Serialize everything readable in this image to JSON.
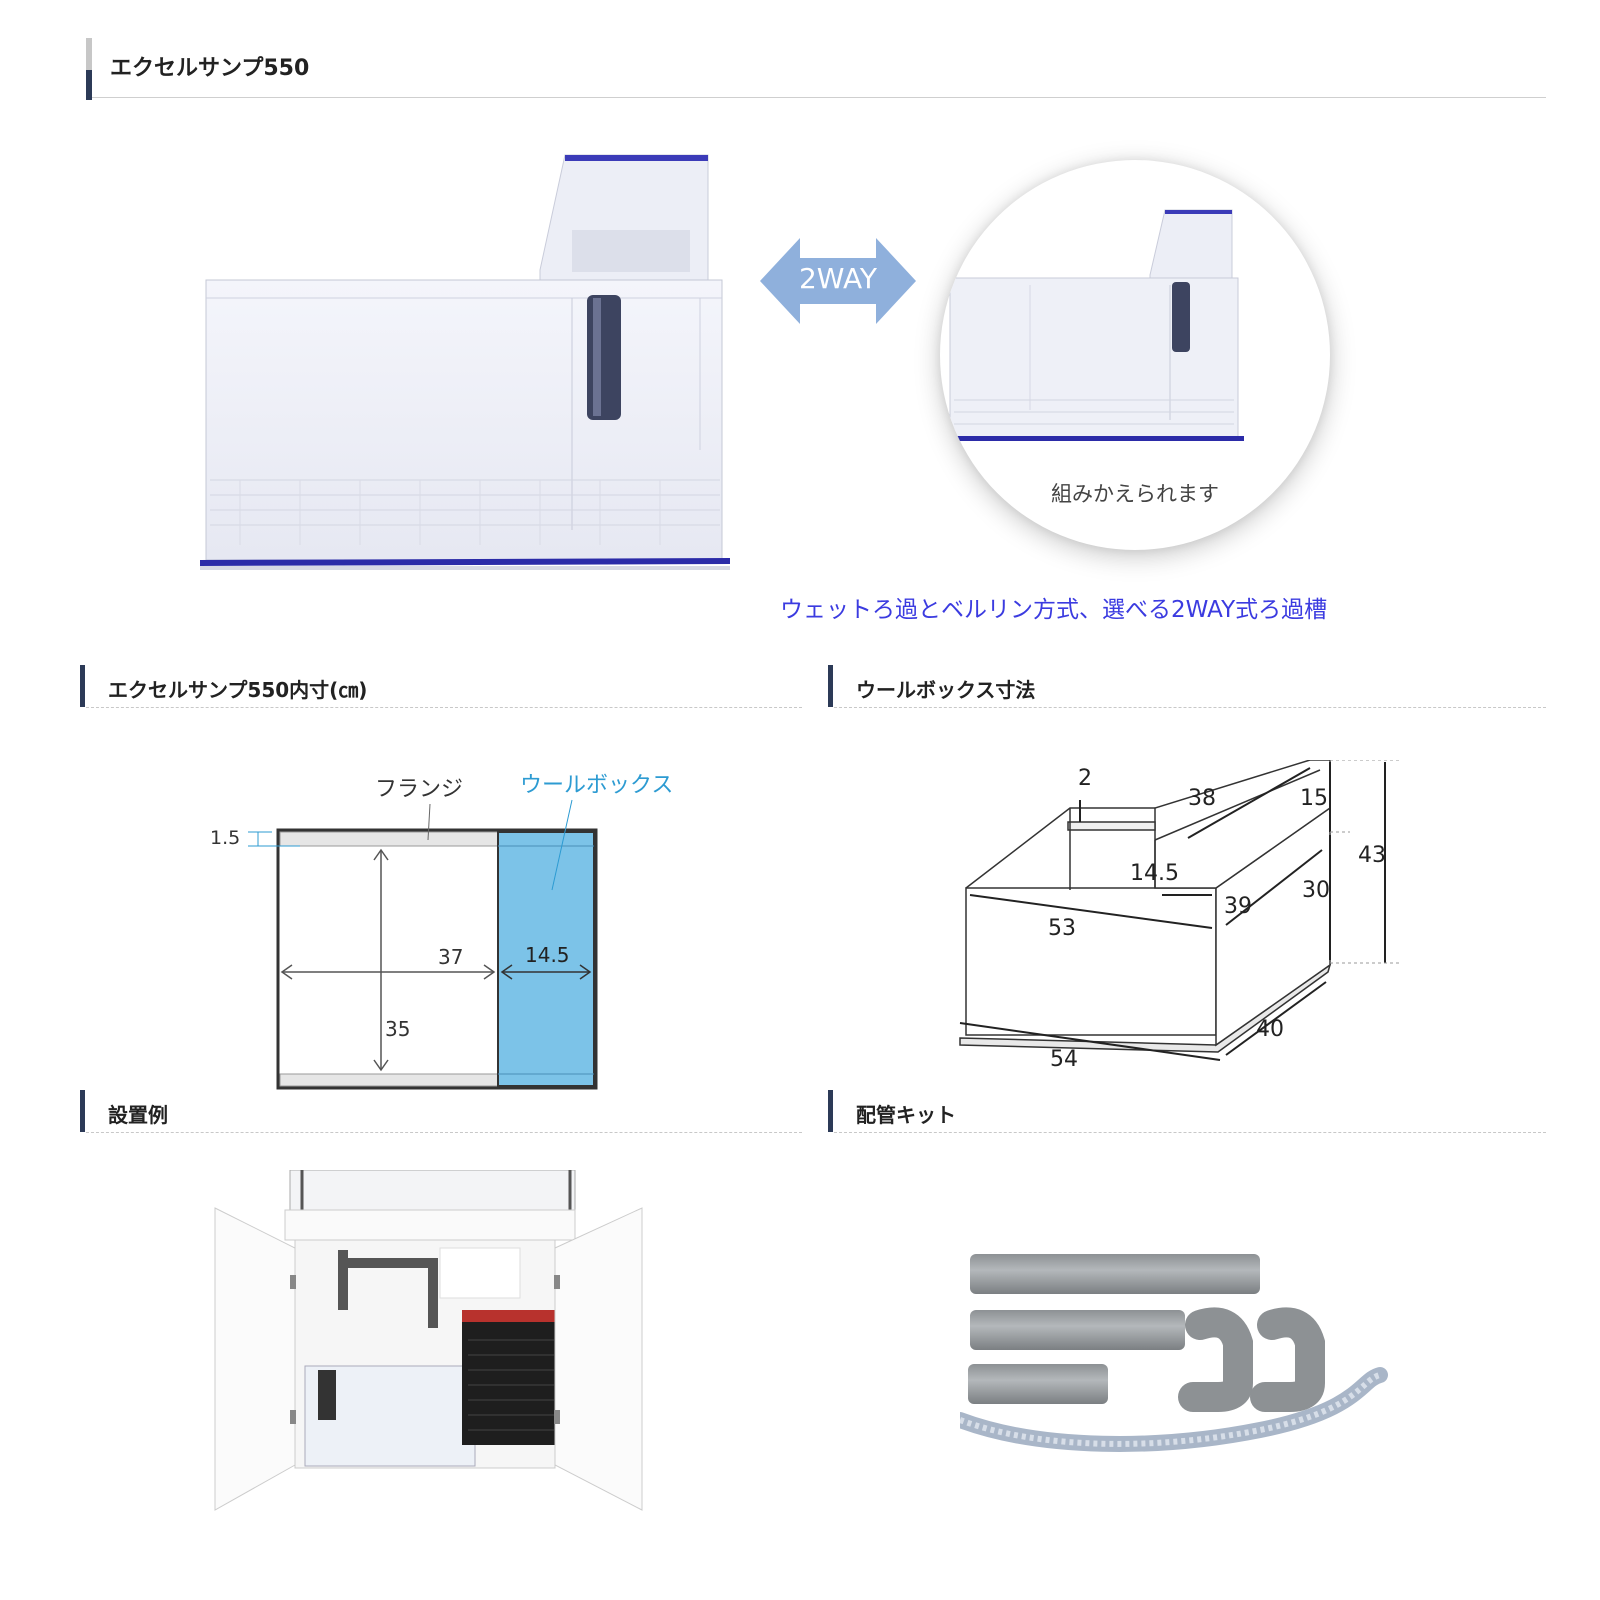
{
  "header": {
    "title": "エクセルサンプ550"
  },
  "hero": {
    "twoway_label": "2WAY",
    "circle_caption": "組みかえられます",
    "caption": "ウェットろ過とベルリン方式、選べる2WAY式ろ過槽"
  },
  "sections": {
    "inner_dims": {
      "title": "エクセルサンプ550内寸(㎝)",
      "flange_label": "フランジ",
      "wool_label": "ウールボックス",
      "dim_flange": "1.5",
      "dim_width": "37",
      "dim_wool": "14.5",
      "dim_depth": "35"
    },
    "wool_box": {
      "title": "ウールボックス寸法",
      "d_2": "2",
      "d_38": "38",
      "d_15": "15",
      "d_43": "43",
      "d_14_5": "14.5",
      "d_30": "30",
      "d_39": "39",
      "d_53": "53",
      "d_40": "40",
      "d_54": "54"
    },
    "install": {
      "title": "設置例"
    },
    "piping": {
      "title": "配管キット"
    }
  },
  "colors": {
    "accent_blue": "#3b3be0",
    "wool_box_fill": "#7cc3e8",
    "header_bar": "#2c3a57",
    "arrow": "#8fb0dc"
  }
}
